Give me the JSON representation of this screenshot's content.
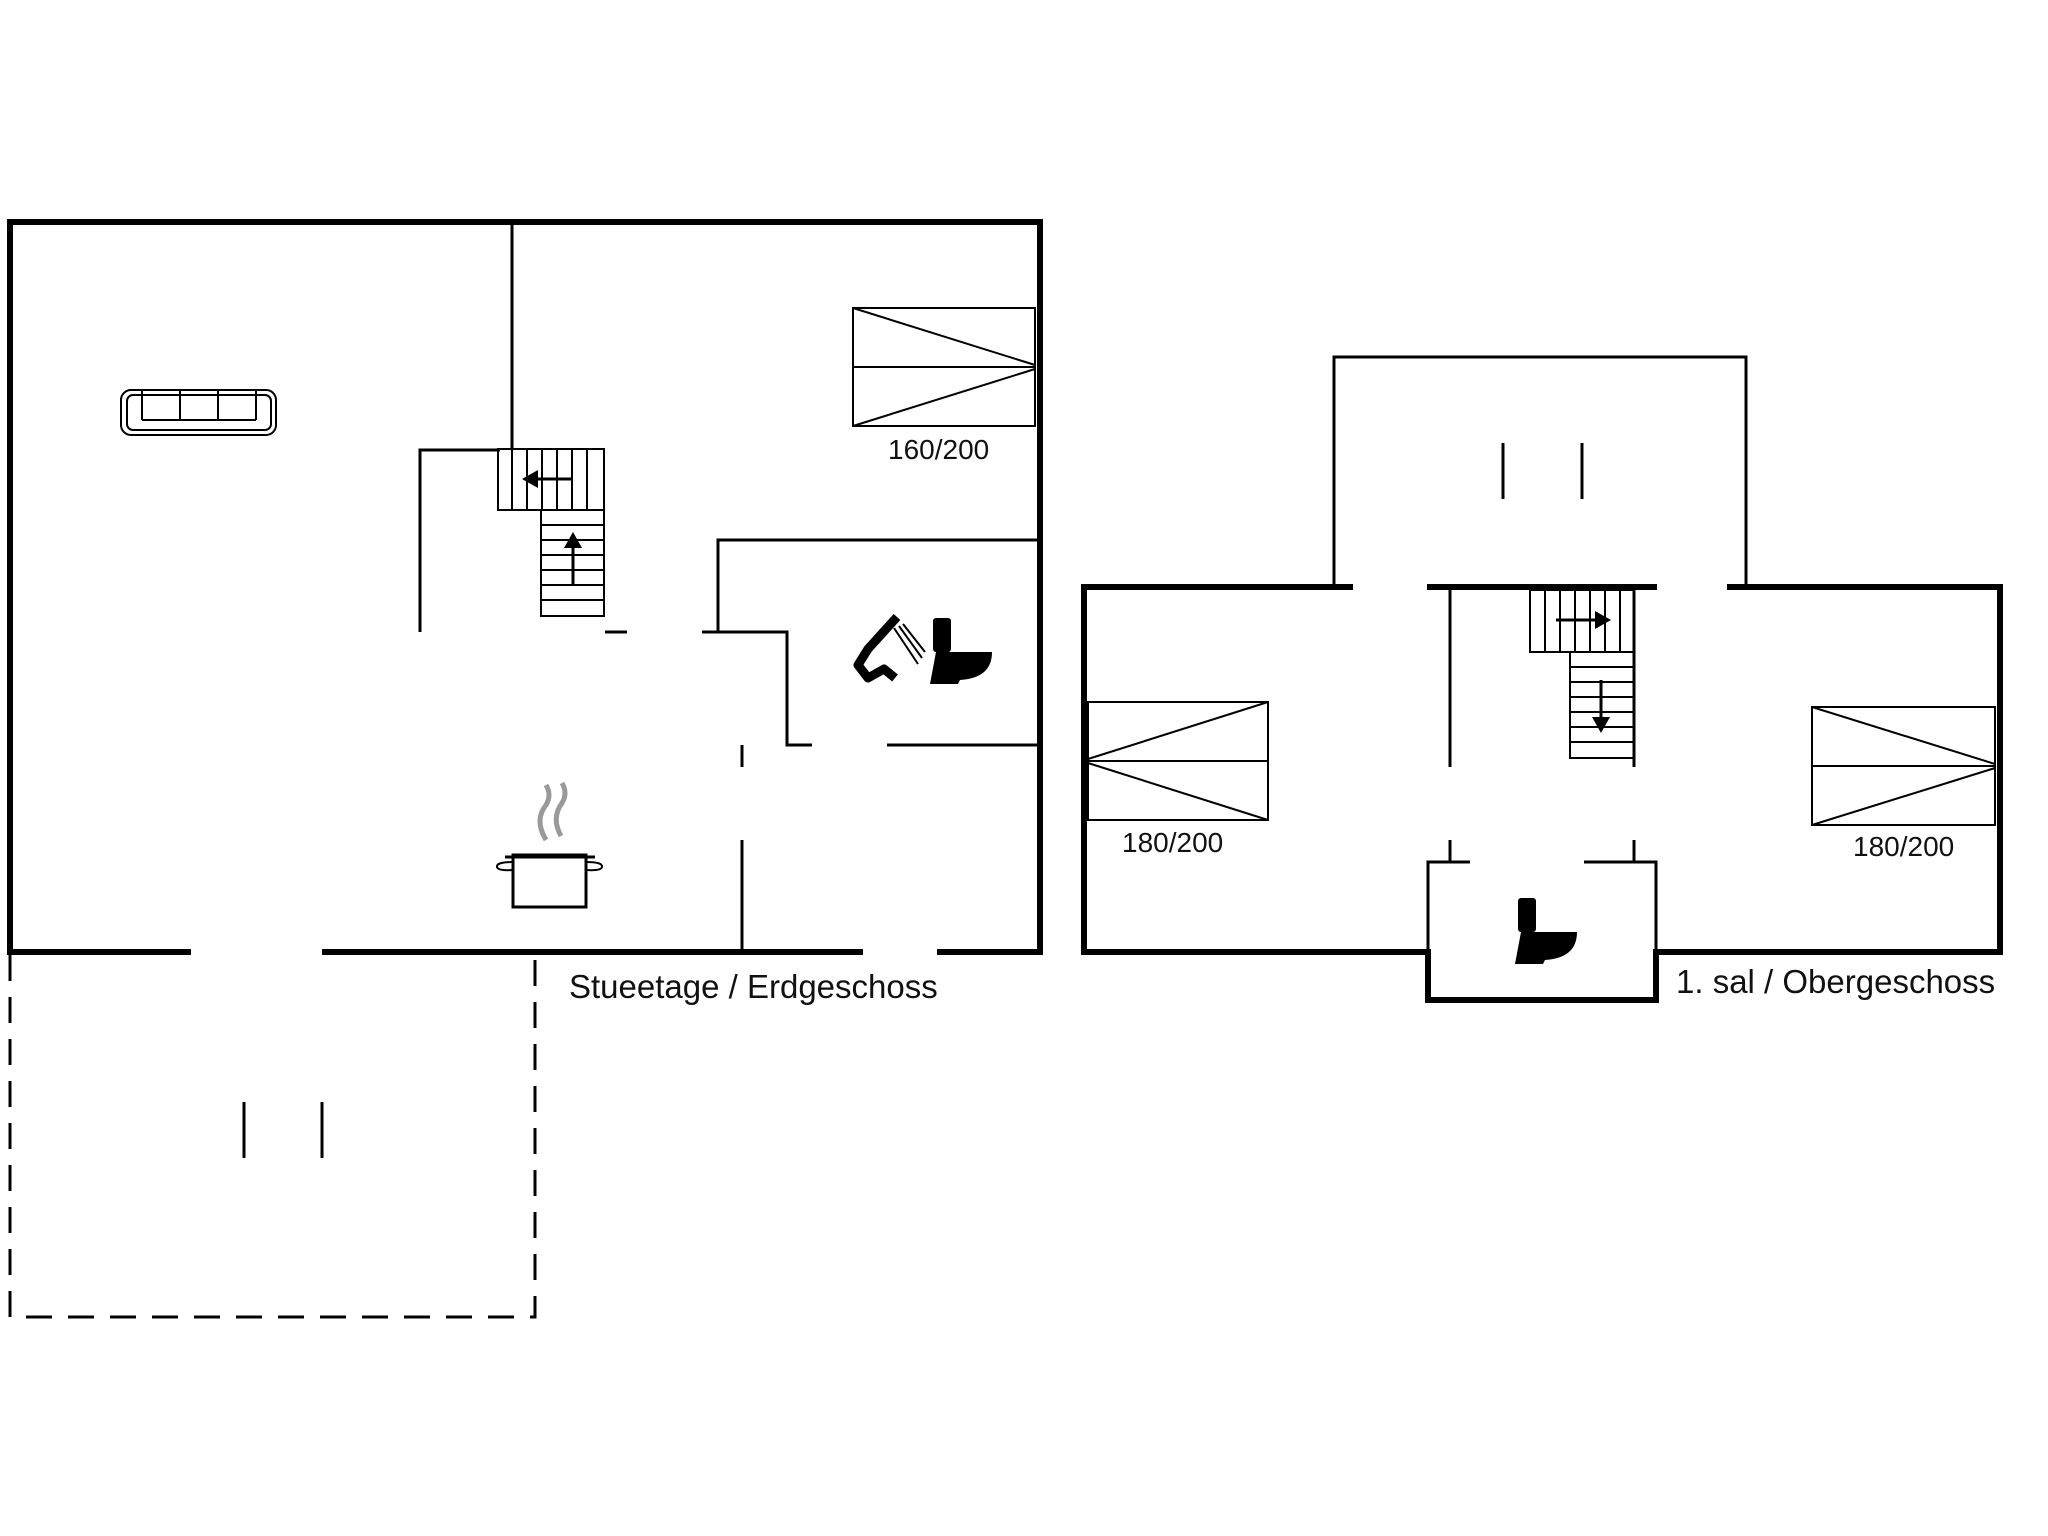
{
  "floors": {
    "ground": {
      "label": "Stueetage / Erdgeschoss"
    },
    "upper": {
      "label": "1. sal / Obergeschoss"
    }
  },
  "beds": {
    "ground_double": "160/200",
    "upper_left": "180/200",
    "upper_right": "180/200"
  },
  "icons": {
    "sofa": "sofa-icon",
    "cooking_pot": "cooking-pot-icon",
    "shower": "shower-icon",
    "toilet": "toilet-icon",
    "staircase": "staircase-icon",
    "door_opening": "door-opening-icon"
  },
  "colors": {
    "line": "#000000",
    "background": "#ffffff"
  }
}
